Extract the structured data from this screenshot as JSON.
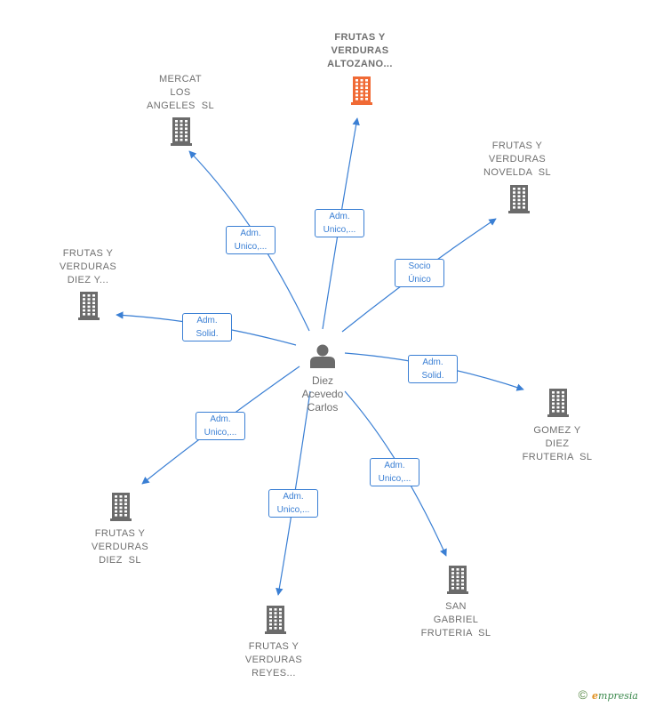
{
  "center": {
    "name": "Diez\nAcevedo\nCarlos",
    "icon": "person-icon"
  },
  "companies": [
    {
      "id": "altozano",
      "name": "FRUTAS Y\nVERDURAS\nALTOZANO...",
      "icon": "building-icon",
      "color": "#f06a35",
      "highlight": true
    },
    {
      "id": "mercat",
      "name": "MERCAT\nLOS\nANGELES  SL",
      "icon": "building-icon",
      "color": "#6b6b6b"
    },
    {
      "id": "novelda",
      "name": "FRUTAS Y\nVERDURAS\nNOVELDA  SL",
      "icon": "building-icon",
      "color": "#6b6b6b"
    },
    {
      "id": "diezy",
      "name": "FRUTAS Y\nVERDURAS\nDIEZ Y...",
      "icon": "building-icon",
      "color": "#6b6b6b"
    },
    {
      "id": "gomez",
      "name": "GOMEZ Y\nDIEZ\nFRUTERIA  SL",
      "icon": "building-icon",
      "color": "#6b6b6b"
    },
    {
      "id": "diezsl",
      "name": "FRUTAS Y\nVERDURAS\nDIEZ  SL",
      "icon": "building-icon",
      "color": "#6b6b6b"
    },
    {
      "id": "reyes",
      "name": "FRUTAS Y\nVERDURAS\nREYES...",
      "icon": "building-icon",
      "color": "#6b6b6b"
    },
    {
      "id": "sangabriel",
      "name": "SAN\nGABRIEL\nFRUTERIA  SL",
      "icon": "building-icon",
      "color": "#6b6b6b"
    }
  ],
  "relations": [
    {
      "to": "altozano",
      "label": "Adm.\nUnico,..."
    },
    {
      "to": "mercat",
      "label": "Adm.\nUnico,..."
    },
    {
      "to": "novelda",
      "label": "Socio\nÚnico"
    },
    {
      "to": "diezy",
      "label": "Adm.\nSolid."
    },
    {
      "to": "gomez",
      "label": "Adm.\nSolid."
    },
    {
      "to": "diezsl",
      "label": "Adm.\nUnico,..."
    },
    {
      "to": "reyes",
      "label": "Adm.\nUnico,..."
    },
    {
      "to": "sangabriel",
      "label": "Adm.\nUnico,..."
    }
  ],
  "footer": {
    "copyright": "©",
    "brand_initial": "e",
    "brand_rest": "mpresia"
  },
  "colors": {
    "edge": "#3a7fd4",
    "highlight": "#f06a35",
    "building": "#6b6b6b"
  }
}
